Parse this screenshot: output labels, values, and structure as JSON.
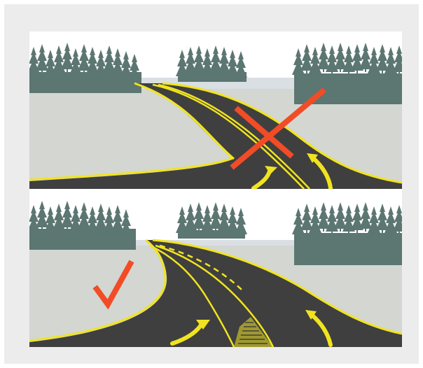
{
  "illustration": {
    "panels": [
      {
        "id": "top",
        "verdict": "incorrect",
        "verdict_mark": "cross-mark-icon",
        "mark_color": "#f24c27"
      },
      {
        "id": "bottom",
        "verdict": "correct",
        "verdict_mark": "check-mark-icon",
        "mark_color": "#f24c27"
      }
    ],
    "colors": {
      "sky": "#ffffff",
      "haze": "#d9dfe3",
      "ground": "#d3d6d1",
      "trees": "#5c7672",
      "road": "#3f3f40",
      "road_edge": "#c9cfc6",
      "markings": "#f1e41f",
      "frame": "#ececec"
    }
  }
}
